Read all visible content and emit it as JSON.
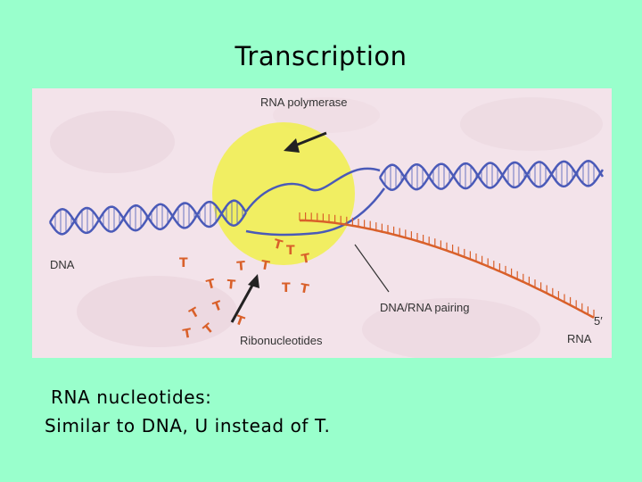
{
  "slide": {
    "title": "Transcription",
    "caption_line1": "RNA nucleotides:",
    "caption_line2": "Similar to DNA, U instead of T."
  },
  "figure": {
    "labels": {
      "rna_polymerase": "RNA polymerase",
      "dna": "DNA",
      "dna_rna_pairing": "DNA/RNA pairing",
      "ribonucleotides": "Ribonucleotides",
      "rna": "RNA",
      "five_prime": "5′"
    },
    "nucleotide_glyph": "T",
    "colors": {
      "background": "#99ffcc",
      "dna": "#4a5ab8",
      "rna": "#d9602a",
      "polymerase": "#f0f04a",
      "figure_bg": "#f3e3ea"
    }
  }
}
